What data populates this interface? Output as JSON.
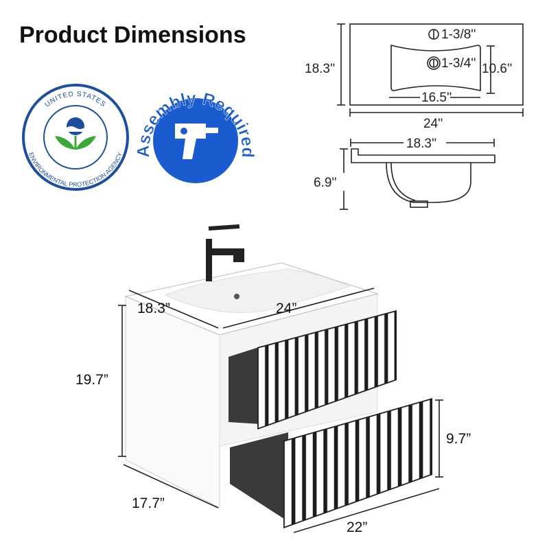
{
  "title": "Product Dimensions",
  "epa_seal": {
    "top_text": "UNITED STATES",
    "bottom_text": "ENVIRONMENTAL PROTECTION AGENCY"
  },
  "assembly_badge": {
    "text": "Assembly Required",
    "icon": "drill-icon"
  },
  "top_view": {
    "depth": "18.3''",
    "width": "24''",
    "faucet_hole": "1-3/8''",
    "drain_hole": "1-3/4''",
    "basin_depth": "10.6''",
    "basin_width": "16.5''"
  },
  "side_view": {
    "depth": "18.3''",
    "height": "6.9''"
  },
  "vanity": {
    "top_depth": "18.3”",
    "top_width": "24”",
    "height": "19.7”",
    "drawer_height": "9.7”",
    "cabinet_depth": "17.7”",
    "cabinet_width": "22”"
  },
  "colors": {
    "epa_blue": "#1d4f9c",
    "epa_green": "#3aa935",
    "badge_blue": "#1a5ccf",
    "slat_black": "#1c1c1c"
  }
}
